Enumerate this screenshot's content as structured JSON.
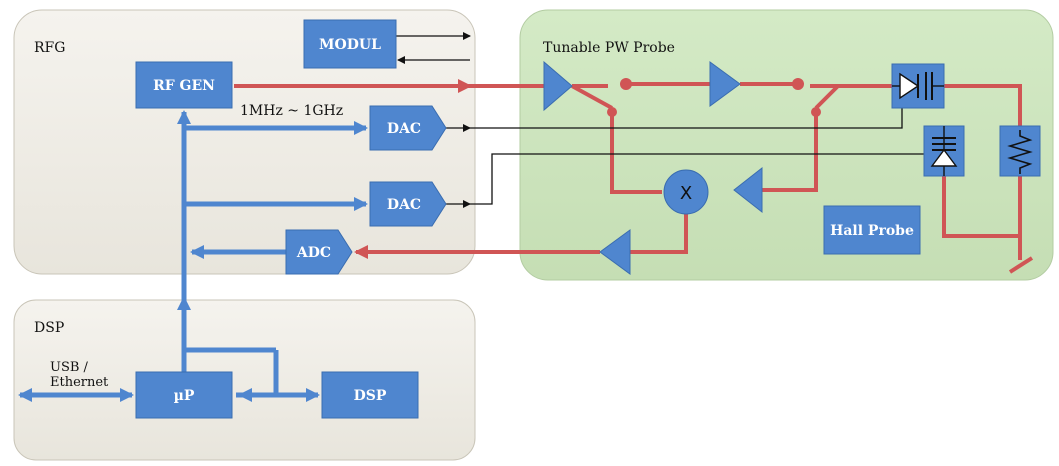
{
  "panels": {
    "rfg": "RFG",
    "dsp": "DSP",
    "probe": "Tunable PW Probe"
  },
  "blocks": {
    "modul": "MODUL",
    "rf_gen": "RF GEN",
    "dac_1": "DAC",
    "dac_2": "DAC",
    "adc": "ADC",
    "up": "µP",
    "dsp": "DSP",
    "hall_probe": "Hall Probe"
  },
  "labels": {
    "frequency_range": "1MHz ~ 1GHz",
    "usb_line1": "USB /",
    "usb_line2": "Ethernet",
    "mixer": "X"
  },
  "colors": {
    "rfg_panel": "#f1efe9",
    "probe_panel": "#cfe6c0",
    "block_blue": "#4f86cf",
    "rf_path_red": "#d05555",
    "control_black": "#111111"
  }
}
